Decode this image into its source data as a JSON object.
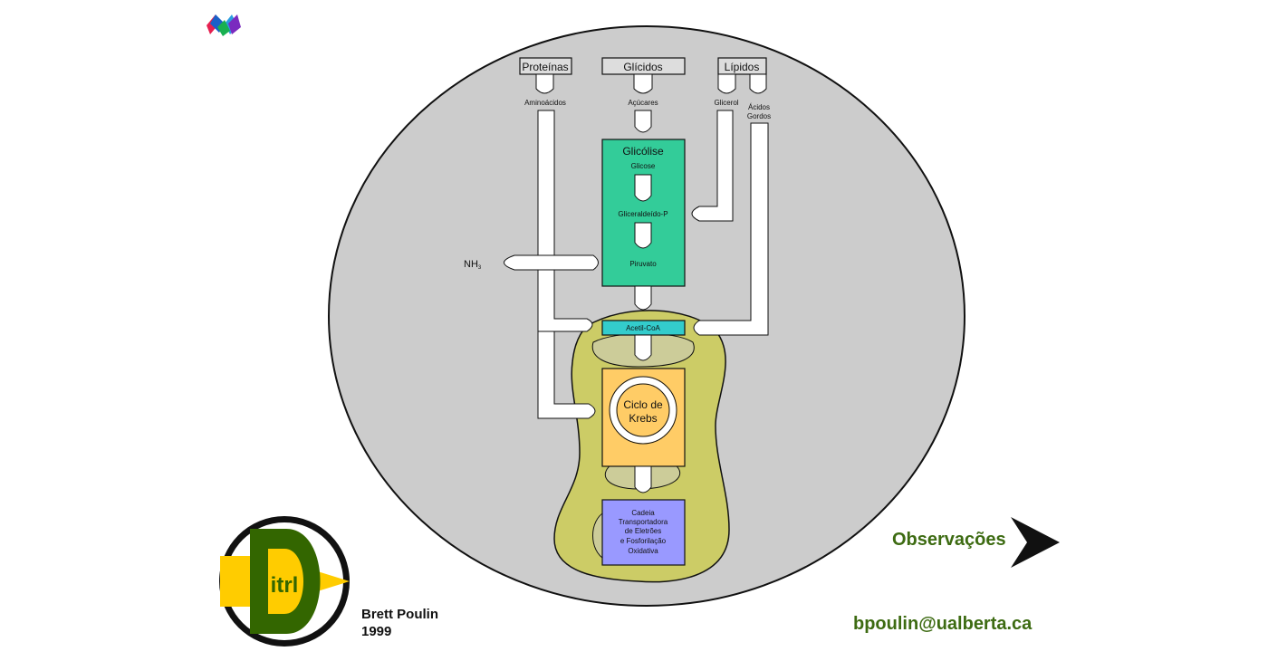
{
  "sources": {
    "proteins": "Proteínas",
    "glucids": "Glícidos",
    "lipids": "Lípidos"
  },
  "intermediates": {
    "amino_acids": "Aminoácidos",
    "sugars": "Açúcares",
    "glycerol": "Glicerol",
    "fatty_acids_line1": "Ácidos",
    "fatty_acids_line2": "Gordos"
  },
  "glycolysis": {
    "title": "Glicólise",
    "glucose": "Glicose",
    "glyceraldehyde": "Gliceraldeído-P",
    "pyruvate": "Piruvato"
  },
  "ammonia": {
    "label": "NH",
    "subscript": "3"
  },
  "acetyl_coa": "Acetil-CoA",
  "krebs": {
    "line1": "Ciclo de",
    "line2": "Krebs"
  },
  "electron_chain": [
    "Cadeia",
    "Transportadora",
    "de Eletrões",
    "e Fosforilação",
    "Oxidativa"
  ],
  "author": {
    "name": "Brett Poulin",
    "year": "1999"
  },
  "logo_text": "itrl",
  "nav": {
    "observations": "Observações"
  },
  "contact": {
    "email": "bpoulin@ualberta.ca"
  },
  "colors": {
    "cell": "#cccccc",
    "glycolysis": "#33cc99",
    "acetyl_coa": "#33cccc",
    "mitochondrion": "#cccc66",
    "krebs": "#ffcc66",
    "electron_chain": "#9999ff",
    "link_green": "#3d6b12",
    "logo_yellow": "#ffcc00",
    "logo_green": "#336600"
  }
}
